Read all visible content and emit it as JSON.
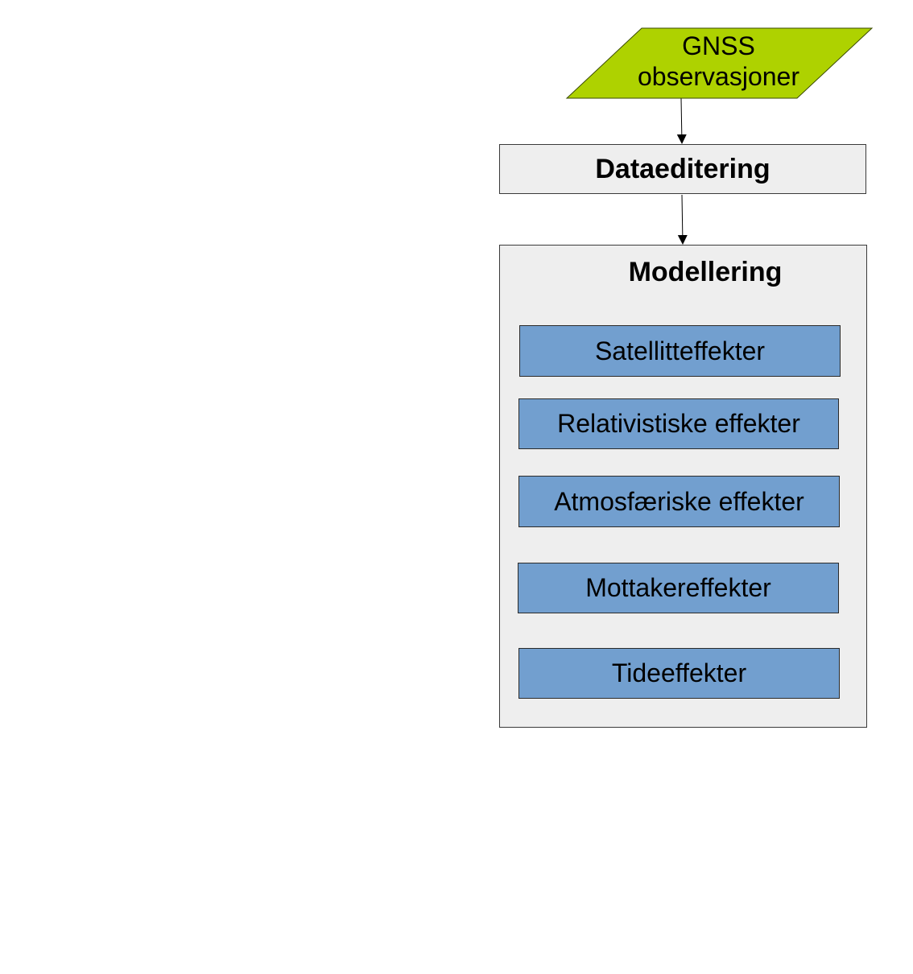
{
  "input": {
    "line1": "GNSS",
    "line2": "observasjoner",
    "fill_color": "#aed200"
  },
  "steps": {
    "editing": "Dataeditering",
    "modelling": "Modellering"
  },
  "effects": [
    "Satellitteffekter",
    "Relativistiske effekter",
    "Atmosfæriske effekter",
    "Mottakereffekter",
    "Tideeffekter"
  ],
  "colors": {
    "step_fill": "#eeeeee",
    "effect_fill": "#729fcf"
  }
}
